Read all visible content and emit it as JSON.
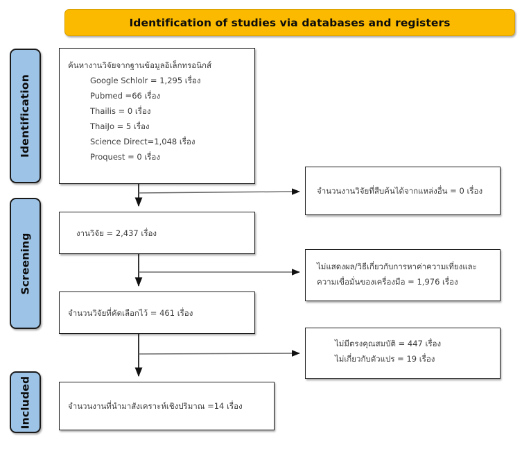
{
  "header": {
    "title": "Identification of studies via databases and registers",
    "color": "#FBBA00"
  },
  "stages": {
    "color": "#9DC3E6",
    "items": [
      {
        "id": "identification",
        "label": "Identification"
      },
      {
        "id": "screening",
        "label": "Screening"
      },
      {
        "id": "included",
        "label": "Included"
      }
    ]
  },
  "flow": {
    "databases_box": {
      "heading": "ค้นหางานวิจัยจากฐานข้อมูลอิเล็กทรอนิกส์",
      "sources": [
        "Google Schlolr = 1,295 เรื่อง",
        "Pubmed =66 เรื่อง",
        "Thailis =    0 เรื่อง",
        "ThaiJo = 5  เรื่อง",
        "Science Direct=1,048 เรื่อง",
        "Proquest =    0 เรื่อง"
      ]
    },
    "records_box": {
      "line1": "งานวิจัย   =  2,437   เรื่อง"
    },
    "screened_box": {
      "line1": "จำนวนวิจัยที่คัดเลือกไว้ = 461 เรื่อง"
    },
    "included_box": {
      "line1": "จำนวนงานที่นำมาสังเคราะห์เชิงปริมาณ =14 เรื่อง"
    },
    "other_sources_box": {
      "line1": "จำนวนงานวิจัยที่สืบค้นได้จากแหล่งอื่น =  0 เรื่อง"
    },
    "no_reliability_box": {
      "line1": "ไม่แสดงผล/วิธีเกี่ยวกับการหาค่าความเที่ยงและ",
      "line2": "ความเขื่อมั่นของเครื่องมือ  =  1,976  เรื่อง"
    },
    "not_eligible_box": {
      "line1": "ไม่มีตรงคุณสมบัติ =   447 เรื่อง",
      "line2": "ไม่เกี่ยวกับตัวแปร =  19  เรื่อง"
    }
  }
}
